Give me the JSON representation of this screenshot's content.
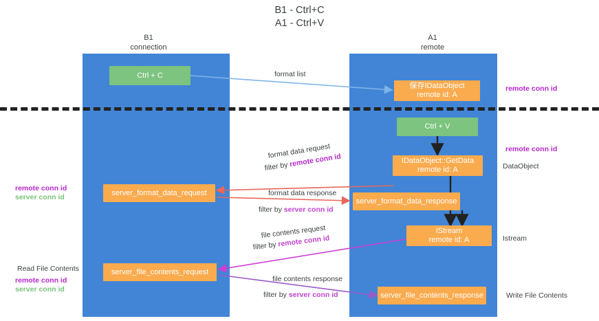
{
  "title": {
    "line1": "B1 - Ctrl+C",
    "line2": "A1 - Ctrl+V"
  },
  "columns": [
    {
      "id": "b1",
      "line1": "B1",
      "line2": "connection"
    },
    {
      "id": "a1",
      "line1": "A1",
      "line2": "remote"
    }
  ],
  "nodes": {
    "ctrl_c": {
      "line1": "Ctrl + C",
      "line2": ""
    },
    "save_idataobject": {
      "line1": "保存IDataObject",
      "line2": "remote id: A"
    },
    "ctrl_v": {
      "line1": "Ctrl + V",
      "line2": ""
    },
    "getdata": {
      "line1": "IDataObject::GetData",
      "line2": "remote id: A"
    },
    "fmt_req": {
      "line1": "server_format_data_request",
      "line2": ""
    },
    "fmt_resp": {
      "line1": "server_format_data_response",
      "line2": ""
    },
    "istream": {
      "line1": "IStream",
      "line2": "remote id: A"
    },
    "file_req": {
      "line1": "server_file_contents_request",
      "line2": ""
    },
    "file_resp": {
      "line1": "server_file_contents_response",
      "line2": ""
    }
  },
  "edge_labels": {
    "format_list": "format list",
    "format_data_request": "format data request",
    "format_data_request_filter_prefix": "filter by ",
    "format_data_request_filter_key": "remote conn id",
    "format_data_response": "format data response",
    "format_data_response_filter_prefix": "filter by ",
    "format_data_response_filter_key": "server conn id",
    "file_contents_request": "file contents request",
    "file_contents_request_filter_prefix": "filter by ",
    "file_contents_request_filter_key": "remote conn id",
    "file_contents_response": "file contents response",
    "file_contents_response_filter_prefix": "filter by ",
    "file_contents_response_filter_key": "server conn id"
  },
  "annotations": {
    "right_remote_conn_id_top": "remote conn id",
    "right_remote_conn_id_mid": "remote conn id",
    "right_dataobject": "DataObject",
    "right_istream": "Istream",
    "right_write_file_contents": "Write File Contents",
    "left_remote_conn_id": "remote conn id",
    "left_server_conn_id": "server conn id",
    "left_read_file_contents": "Read File Contents",
    "left_remote_conn_id_2": "remote conn id",
    "left_server_conn_id_2": "server conn id"
  },
  "colors": {
    "lane": "#4285d6",
    "node_green": "#7cc47f",
    "node_orange": "#f9ab4e",
    "purple": "#b429c9",
    "green_text": "#79c47a",
    "arrow_blue": "#7fb4e8",
    "arrow_red": "#e8675a",
    "arrow_magenta": "#cc3fd6",
    "arrow_purple": "#9b59c9",
    "arrow_black": "#222222"
  }
}
